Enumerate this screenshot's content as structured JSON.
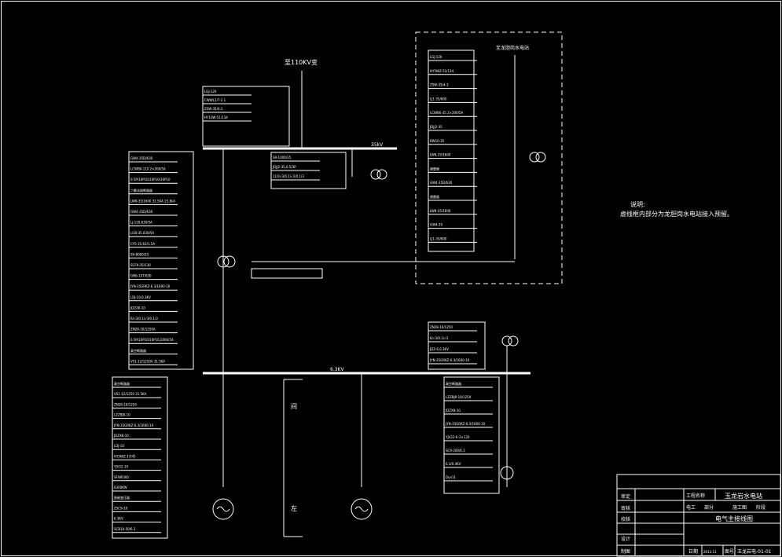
{
  "incoming": {
    "label": "至110KV变"
  },
  "note": {
    "title": "说明:",
    "body": "虚线框内部分为龙胆岗水电站接入预留。"
  },
  "reserve": {
    "label": "至龙胆岗水电站"
  },
  "bus": {
    "hv_label": "35kV",
    "lv_label": "6.3KV"
  },
  "gen_labels": {
    "left": "间",
    "right": "左"
  },
  "title_block": {
    "left": [
      "审定",
      "审核",
      "校核",
      "设计",
      "制图"
    ],
    "project_label": "工程名称",
    "project_name": "玉龙岩水电站",
    "discipline": "电气主接线图",
    "roles": [
      "电工",
      "部分",
      "施工图",
      "阶段"
    ],
    "date_label": "日期",
    "date_value": "2013.11",
    "drawing_no_label": "图号",
    "drawing_no": "玉龙岩电-01-01"
  },
  "tables": {
    "top_line": [
      "LGJ-120",
      "CWWL1/7-2.1",
      "ZSW-35/4-2",
      "HY10W-51/134"
    ],
    "left_main": [
      "GW4-35D/630",
      "LCWB6-110 2×200/5A",
      "0.5P/10P10/10P10/10P10",
      "六氟化硫断路器",
      "LW8-35/1600 31.5KA 25.8kA",
      "GW4-35D/630",
      "LJ-120,630/5A",
      "LGB-35,630/5A",
      "CY5-35,63/1.5A",
      "S9-8000/35",
      "SCF9-35/130",
      "GN6-10T/630",
      "JYN-35GRKZ-6.3/1600-10",
      "LDJ-10,6.3KV",
      "JDZX8-10",
      "6/√3/0.1/√3/0.1/3",
      "ZN28-10/1250A",
      "0.5P/10P10/10P10,2000/5A",
      "真空断路器",
      "VS1-12/1250A 31.5KA"
    ],
    "mid_pt": [
      "S9-1000/35",
      "JDJJ2-35,0.5/3P",
      "110/√3/0.1/√3/0.1/3"
    ],
    "right_reserve": [
      "LGJ-120",
      "HY5WZ-51/134",
      "ZSW-35/4-3",
      "LJ1-35/600",
      "LCWB6-35 2×200/5A",
      "JDJJ2-35",
      "RW10-35",
      "LW8-35/1600",
      "避雷器",
      "GW4-35D/630",
      "避雷器",
      "LW8-35/1600",
      "GW4-35",
      "LJ1-35/600"
    ],
    "gen_left": [
      "真空断路器",
      "VS1-12/1250 31.5KA",
      "ZN28-10/1250",
      "LZZBJ9-10",
      "JYN-35GRKZ-6.3/1600-10",
      "JDZX8-10",
      "LDJ-10",
      "HY5WZ-17/45",
      "YJV22-10",
      "SFW6300",
      "6300KW",
      "励磁变压器",
      "ZSC9-10",
      "6.3KV",
      "SCB10-50/6.3"
    ],
    "right_bottom_top": [
      "ZN28-10/1250",
      "6/√3/0.1/√3",
      "JDZ-6,6.3KV",
      "JYN-35GRKZ-6.3/1600-10"
    ],
    "right_bottom_bottom": [
      "真空断路器",
      "LZZBJ9-10/1250",
      "JDZX8-10",
      "JYN-35GRKZ-6.3/1600-10",
      "YJV22-6-3×120",
      "SC9-200/6.3",
      "6.3/0.4KV",
      "Dyn11"
    ]
  }
}
